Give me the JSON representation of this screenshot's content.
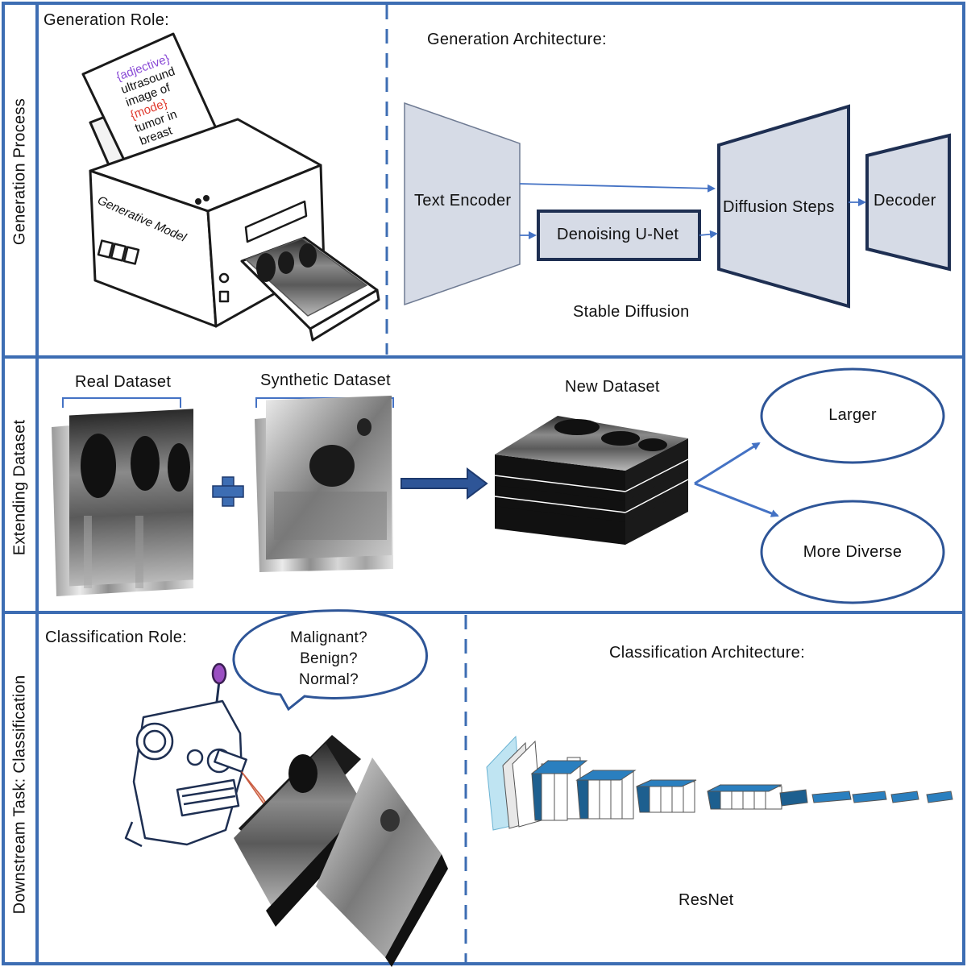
{
  "sections": {
    "generation_process": "Generation Process",
    "extending_dataset": "Extending Dataset",
    "downstream": "Downstream Task: Classification"
  },
  "generation": {
    "role_title": "Generation Role:",
    "prompt": {
      "adjective": "{adjective}",
      "line2": "ultrasound",
      "line3": "image of",
      "mode": "{mode}",
      "line5": "tumor in",
      "line6": "breast"
    },
    "printer_label": "Generative Model",
    "architecture_title": "Generation Architecture:",
    "text_encoder": "Text Encoder",
    "denoising_unet": "Denoising U-Net",
    "diffusion_steps": "Diffusion Steps",
    "decoder": "Decoder",
    "stable_diffusion": "Stable Diffusion"
  },
  "extending": {
    "real_dataset": "Real Dataset",
    "synthetic_dataset": "Synthetic Dataset",
    "new_dataset": "New Dataset",
    "larger": "Larger",
    "more_diverse": "More Diverse"
  },
  "classification": {
    "role_title": "Classification Role:",
    "bubble": [
      "Malignant?",
      "Benign?",
      "Normal?"
    ],
    "architecture_title": "Classification Architecture:",
    "resnet": "ResNet"
  },
  "colors": {
    "frame": "#3d6db3",
    "box_fill": "#d6dbe6",
    "box_stroke": "#1e2f52",
    "arrow": "#4472c4",
    "layer_blue": "#2a7fbf",
    "layer_dark": "#1d5f8f"
  }
}
